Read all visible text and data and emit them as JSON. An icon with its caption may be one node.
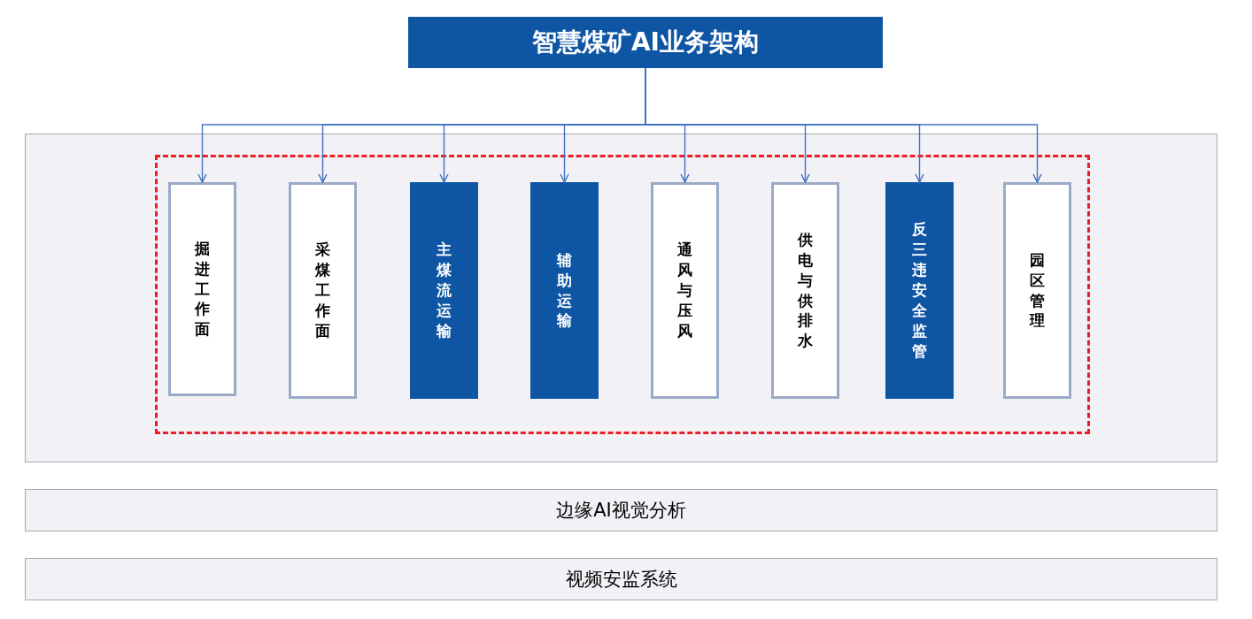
{
  "diagram": {
    "nodes": [
      {
        "text": [
          "智慧煤矿AI业务架构"
        ]
      },
      {
        "text": [],
        "shape": "box"
      },
      {
        "text": [],
        "shape": "box",
        "in": 1
      },
      {
        "text": [
          "掘进工作面"
        ],
        "in": 2
      },
      {
        "text": [
          "采煤工作面"
        ],
        "in": 2
      },
      {
        "text": [
          "主煤流运输"
        ],
        "in": 2
      },
      {
        "text": [
          "辅助运输"
        ],
        "in": 2
      },
      {
        "text": [
          "通风与压风"
        ],
        "in": 2
      },
      {
        "text": [
          "供电与供排水"
        ],
        "in": 2
      },
      {
        "text": [
          "反三违安全监管"
        ],
        "in": 2
      },
      {
        "text": [
          "园区管理"
        ],
        "in": 2
      },
      {
        "text": [
          "边缘AI视觉分析"
        ]
      },
      {
        "text": [
          "视频安监系统"
        ]
      }
    ],
    "edges": [
      {
        "from": 0,
        "to": 3,
        "arrow": "to"
      },
      {
        "from": 0,
        "to": 4,
        "arrow": "to"
      },
      {
        "from": 0,
        "to": 5,
        "arrow": "to"
      },
      {
        "from": 0,
        "to": 6,
        "arrow": "to"
      },
      {
        "from": 0,
        "to": 7,
        "arrow": "to"
      },
      {
        "from": 0,
        "to": 8,
        "arrow": "to"
      },
      {
        "from": 0,
        "to": 9,
        "arrow": "to"
      },
      {
        "from": 0,
        "to": 10,
        "arrow": "to"
      }
    ]
  }
}
